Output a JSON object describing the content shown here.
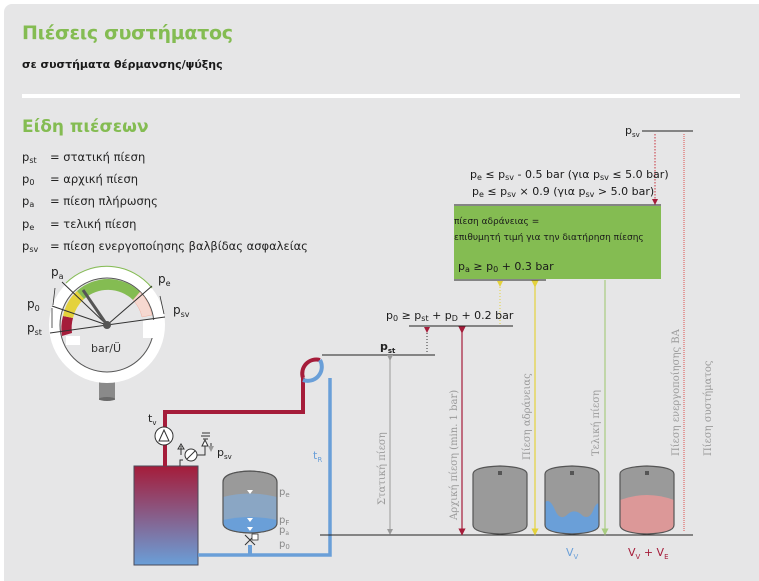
{
  "header": {
    "title": "Πιέσεις συστήματος",
    "subtitle": "σε συστήματα θέρμανσης/ψύξης"
  },
  "section": {
    "title": "Είδη πιέσεων"
  },
  "legend": [
    {
      "symbol": "p",
      "sub": "st",
      "definition": "=  στατική πίεση"
    },
    {
      "symbol": "p",
      "sub": "0",
      "definition": "=  αρχική πίεση"
    },
    {
      "symbol": "p",
      "sub": "a",
      "definition": "=  πίεση πλήρωσης"
    },
    {
      "symbol": "p",
      "sub": "e",
      "definition": "=  τελική πίεση"
    },
    {
      "symbol": "p",
      "sub": "sv",
      "definition": "=  πίεση ενεργοποίησης βαλβίδας ασφαλείας"
    }
  ],
  "gauge": {
    "unit_label": "bar/Ü",
    "labels": {
      "pa": "a",
      "pe": "e",
      "p0": "0",
      "pst": "st",
      "psv": "sv"
    },
    "colors": {
      "static": "#a51c3a",
      "initial": "#e4d23c",
      "working": "#84bc52",
      "relief": "#f2c6bc"
    }
  },
  "system": {
    "tv_label": "v",
    "tr_label": "R",
    "psv_label": "sv",
    "vessel_labels": {
      "pe": "e",
      "pf": "F",
      "pa": "a",
      "p0": "0"
    }
  },
  "levels": {
    "psv": {
      "sym": "p",
      "sub": "sv"
    },
    "pe_formula_1": {
      "lhs": "e",
      "mid": "sv",
      "text1": " - 0.5 bar (για p",
      "sub2": "sv",
      "text2": " ≤ 5.0 bar)"
    },
    "pe_formula_2": {
      "lhs": "e",
      "mid": "sv",
      "text1": " × 0.9 (για p",
      "sub2": "sv",
      "text2": " > 5.0 bar)"
    },
    "green_box": {
      "line1": "πίεση αδράνειας =",
      "line2": "επιθυμητή τιμή για την διατήρηση πίεσης",
      "formula_sub_a": "a",
      "formula_sub_0": "0",
      "formula_tail": "+ 0.3 bar"
    },
    "p0_formula": {
      "sub_lhs": "0",
      "sub_st": "st",
      "sub_d": "D",
      "tail": "+ 0.2 bar"
    },
    "pst": {
      "sym": "p",
      "sub": "st"
    }
  },
  "vertical_labels": {
    "static": "Στατική πίεση",
    "initial": "Αρχική πίεση (min. 1 bar)",
    "inertia": "Πίεση αδράνειας",
    "final": "Τελική πίεση",
    "relief": "Πίεση ενεργοποίησης ΒΑ",
    "system": "Πίεση συστήματος"
  },
  "volume_labels": {
    "vv_sub": "V",
    "vve_sub1": "V",
    "vve_sub2": "E"
  },
  "colors": {
    "accent_green": "#84bc52",
    "hot_red": "#a51c3a",
    "cold_blue": "#6a9fd8",
    "yellow": "#e4d23c",
    "relief_red": "#c8323c"
  }
}
